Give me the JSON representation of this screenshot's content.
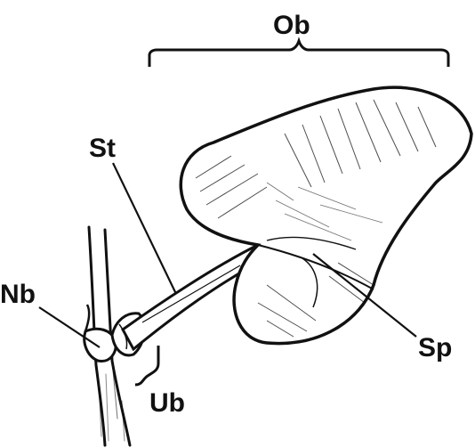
{
  "labels": {
    "ob": "Ob",
    "st": "St",
    "nb": "Nb",
    "ub": "Ub",
    "sp": "Sp"
  },
  "colors": {
    "ink": "#111111",
    "paper": "#ffffff"
  }
}
